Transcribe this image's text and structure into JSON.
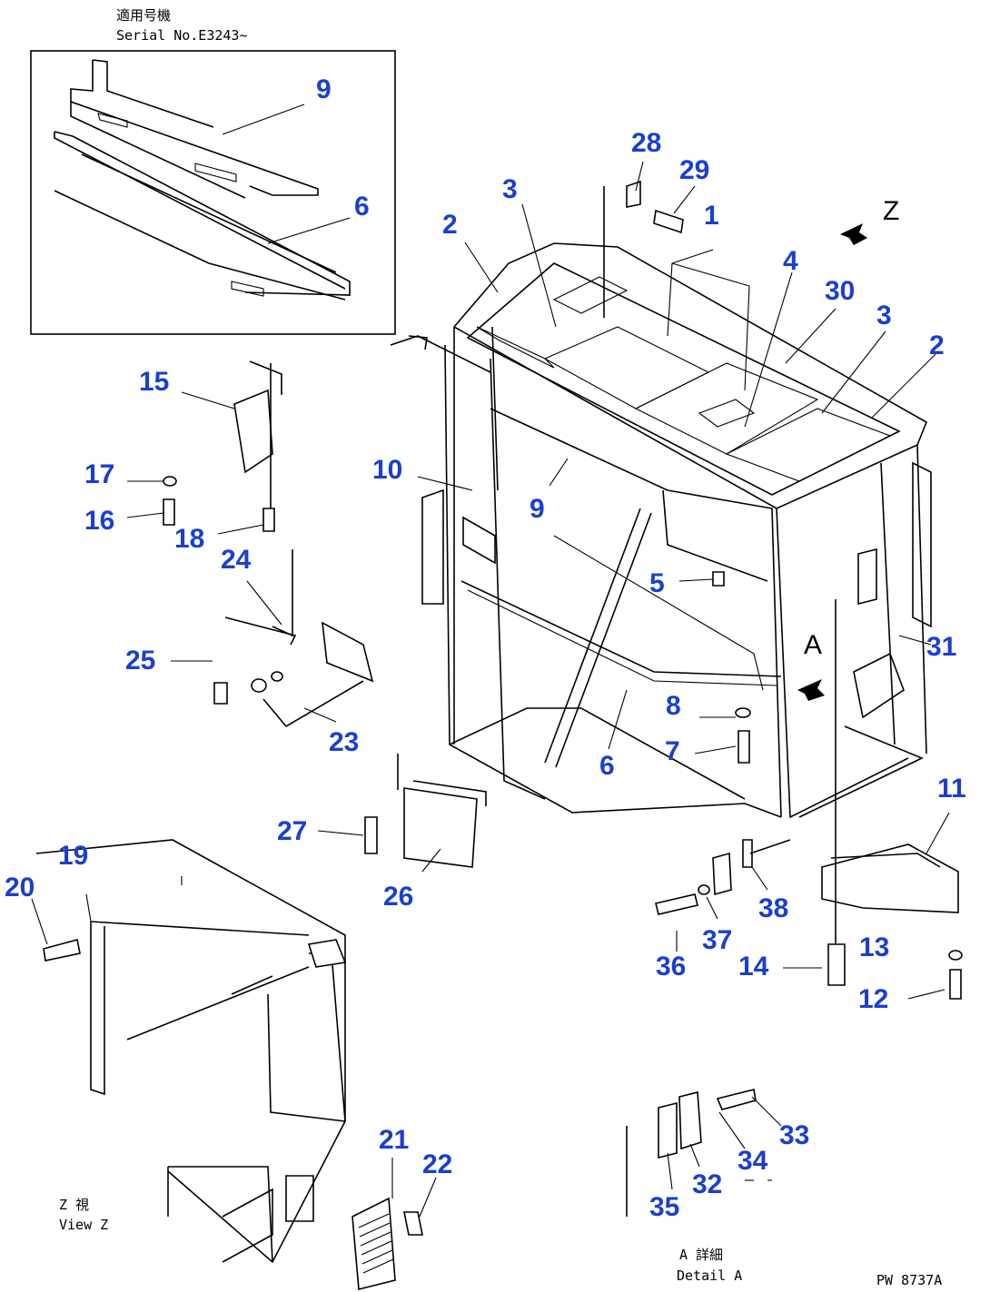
{
  "header": {
    "serial_jp": "適用号機",
    "serial_en": "Serial No.E3243~"
  },
  "callouts": [
    "1",
    "2",
    "3",
    "4",
    "5",
    "6",
    "7",
    "8",
    "9",
    "10",
    "11",
    "12",
    "13",
    "14",
    "15",
    "16",
    "17",
    "18",
    "19",
    "20",
    "21",
    "22",
    "23",
    "24",
    "25",
    "26",
    "27",
    "28",
    "29",
    "30",
    "31",
    "32",
    "33",
    "34",
    "35",
    "36",
    "37",
    "38"
  ],
  "inset_callouts": {
    "a": "9",
    "b": "6"
  },
  "main_callouts": {
    "c2a": "2",
    "c3a": "3",
    "c28": "28",
    "c29": "29",
    "c1": "1",
    "c4": "4",
    "c30": "30",
    "c3b": "3",
    "c2b": "2",
    "c15": "15",
    "c10": "10",
    "c9": "9",
    "c17": "17",
    "c16": "16",
    "c18": "18",
    "c24": "24",
    "c5": "5",
    "c25": "25",
    "c31": "31",
    "c8": "8",
    "c23": "23",
    "c7": "7",
    "c6": "6",
    "c11": "11",
    "c27": "27",
    "c19": "19",
    "c20": "20",
    "c26": "26",
    "c38": "38",
    "c37": "37",
    "c13": "13",
    "c36": "36",
    "c14": "14",
    "c12": "12",
    "c21": "21",
    "c22": "22",
    "c33": "33",
    "c34": "34",
    "c32": "32",
    "c35": "35"
  },
  "view_labels": {
    "z_arrow": "Z",
    "a_arrow": "A",
    "view_z_jp": "Z 視",
    "view_z_en": "View Z",
    "detail_a_jp": "A 詳細",
    "detail_a_en": "Detail A"
  },
  "drawing_code": "PW 8737A"
}
